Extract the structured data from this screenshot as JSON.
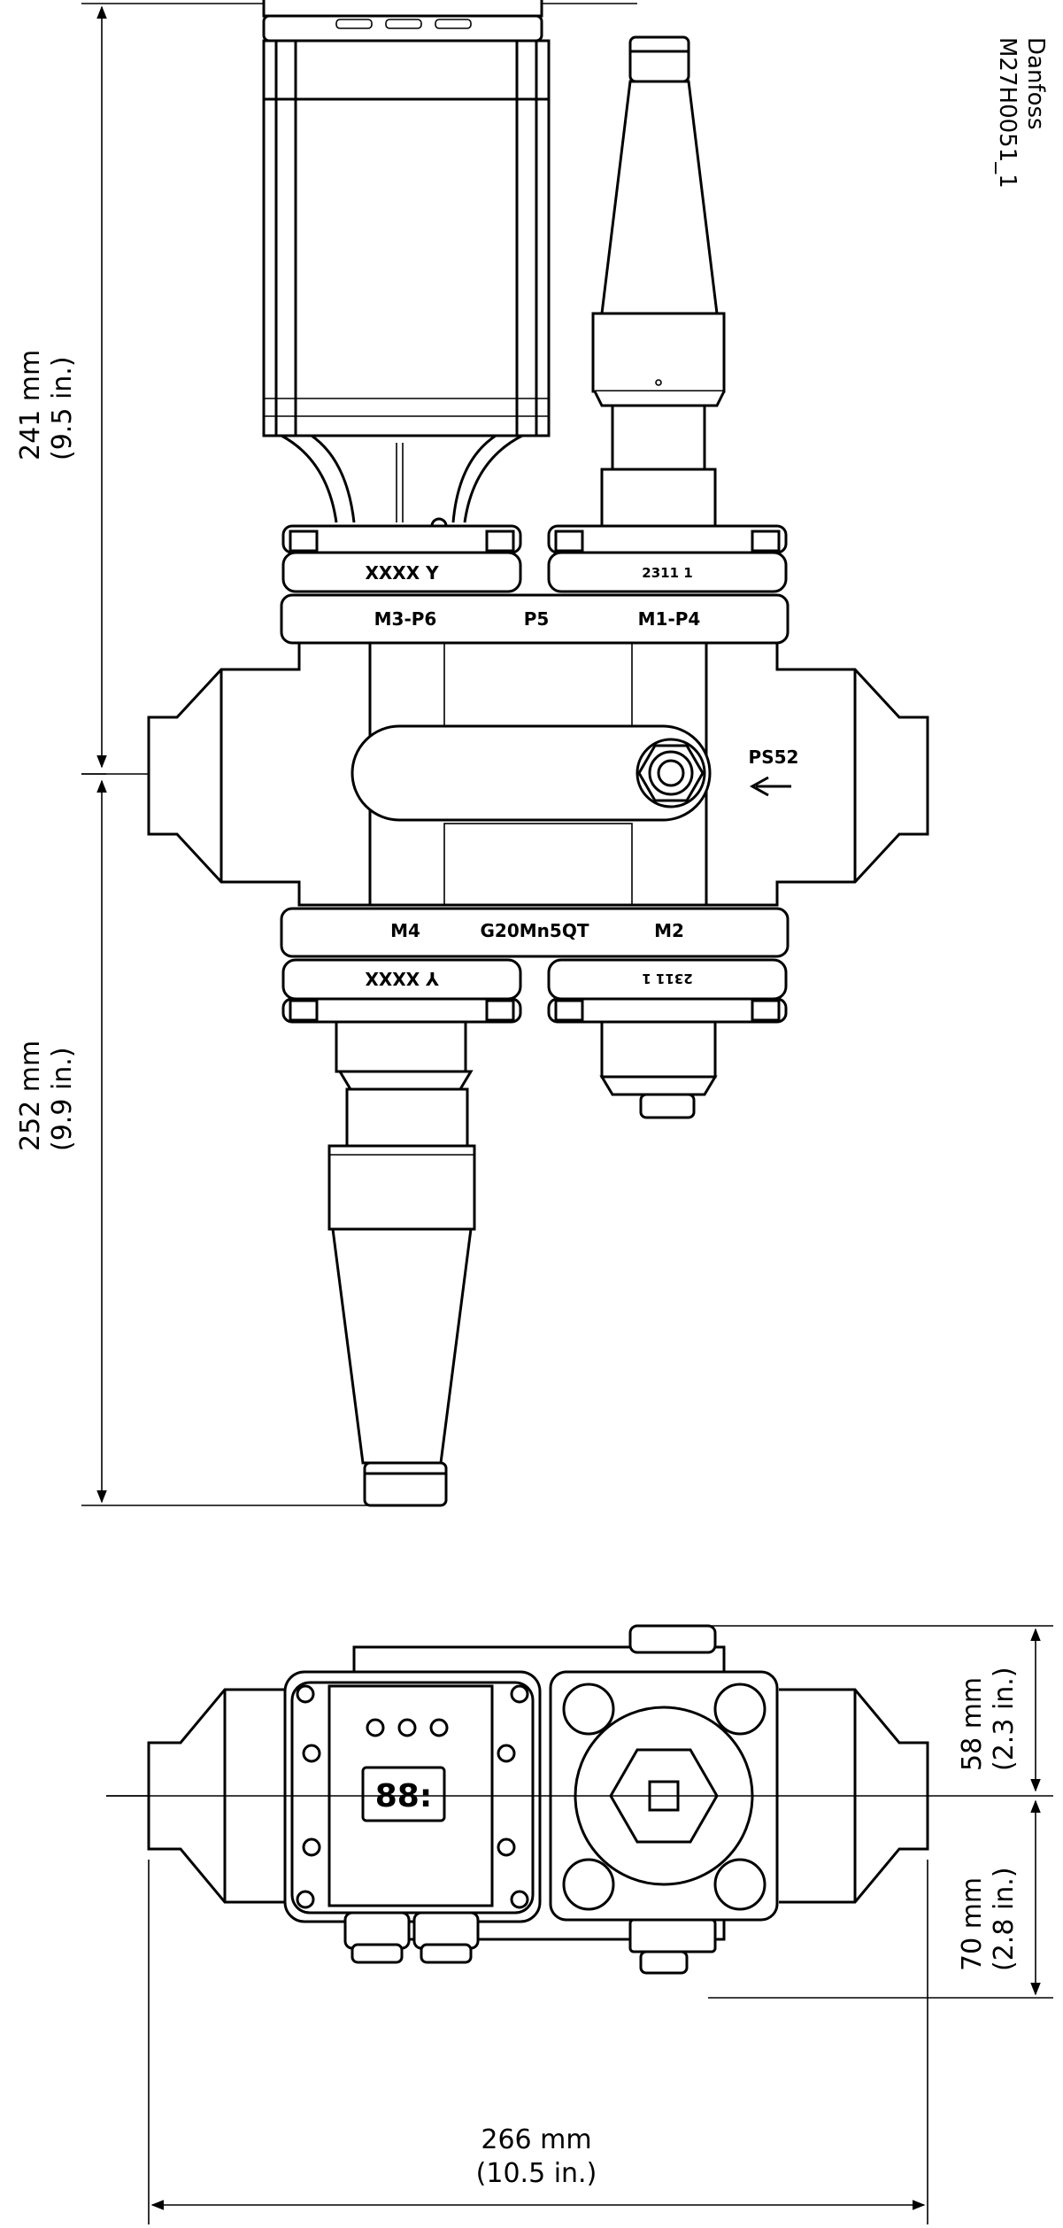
{
  "figure": {
    "code_line1": "Danfoss",
    "code_line2": "M27H0051_1"
  },
  "dimensions": {
    "top_height": {
      "mm": "241 mm",
      "in": "(9.5 in.)"
    },
    "bottom_height": {
      "mm": "252 mm",
      "in": "(9.9 in.)"
    },
    "upper_depth": {
      "mm": "58 mm",
      "in": "(2.3 in.)"
    },
    "lower_depth": {
      "mm": "70 mm",
      "in": "(2.8 in.)"
    },
    "total_width": {
      "mm": "266 mm",
      "in": "(10.5 in.)"
    }
  },
  "markings": {
    "top_left_cover": "XXXX  Y",
    "top_right_cover": "2311  1",
    "body_top_left": "M3-P6",
    "body_top_center": "P5",
    "body_top_right": "M1-P4",
    "side_port": "PS52",
    "body_bottom_left": "M4",
    "body_bottom_center": "G20Mn5QT",
    "body_bottom_right": "M2",
    "bottom_left_cover": "Y  XXXX",
    "bottom_right_cover": "2311  1",
    "display": "88:"
  }
}
